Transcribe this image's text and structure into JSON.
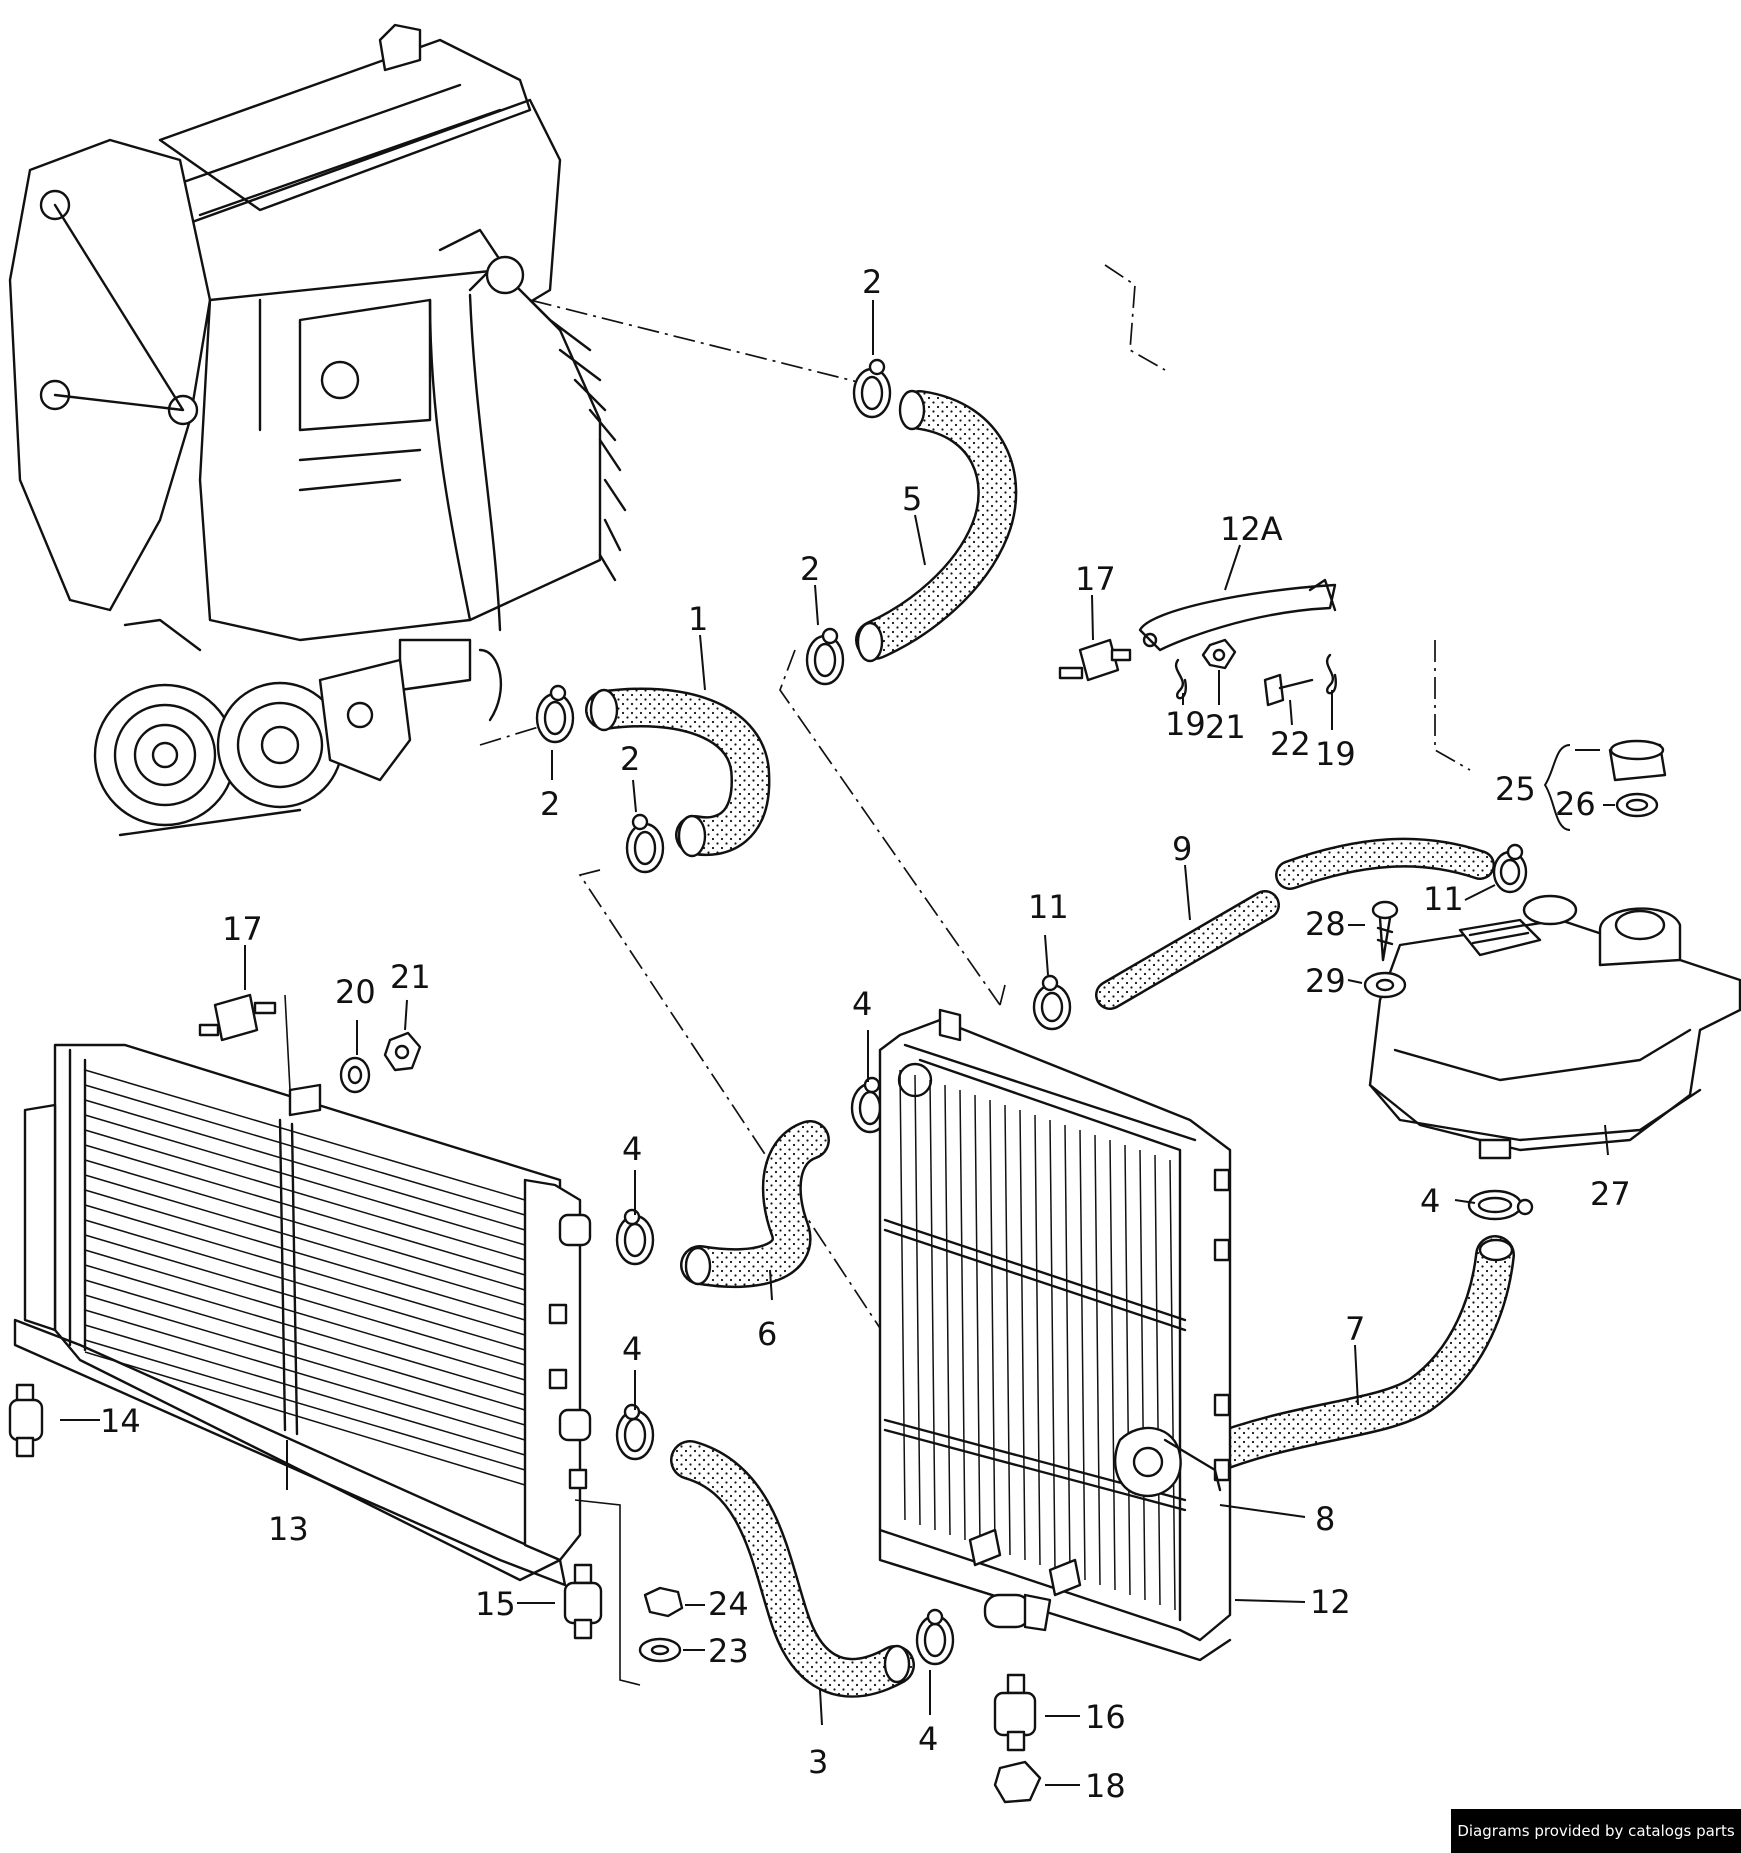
{
  "credit": "Diagrams provided by catalogs parts",
  "labels": {
    "l1": "1",
    "l2a": "2",
    "l2b": "2",
    "l2c": "2",
    "l2d": "2",
    "l3": "3",
    "l4a": "4",
    "l4b": "4",
    "l4c": "4",
    "l4d": "4",
    "l4e": "4",
    "l5": "5",
    "l6": "6",
    "l7": "7",
    "l8": "8",
    "l9": "9",
    "l11a": "11",
    "l11b": "11",
    "l12": "12",
    "l12a": "12A",
    "l13": "13",
    "l14": "14",
    "l15": "15",
    "l16": "16",
    "l17a": "17",
    "l17b": "17",
    "l18": "18",
    "l19a": "19",
    "l19b": "19",
    "l20": "20",
    "l21a": "21",
    "l21b": "21",
    "l22": "22",
    "l23": "23",
    "l24": "24",
    "l25": "25",
    "l26": "26",
    "l27": "27",
    "l28": "28",
    "l29": "29"
  }
}
